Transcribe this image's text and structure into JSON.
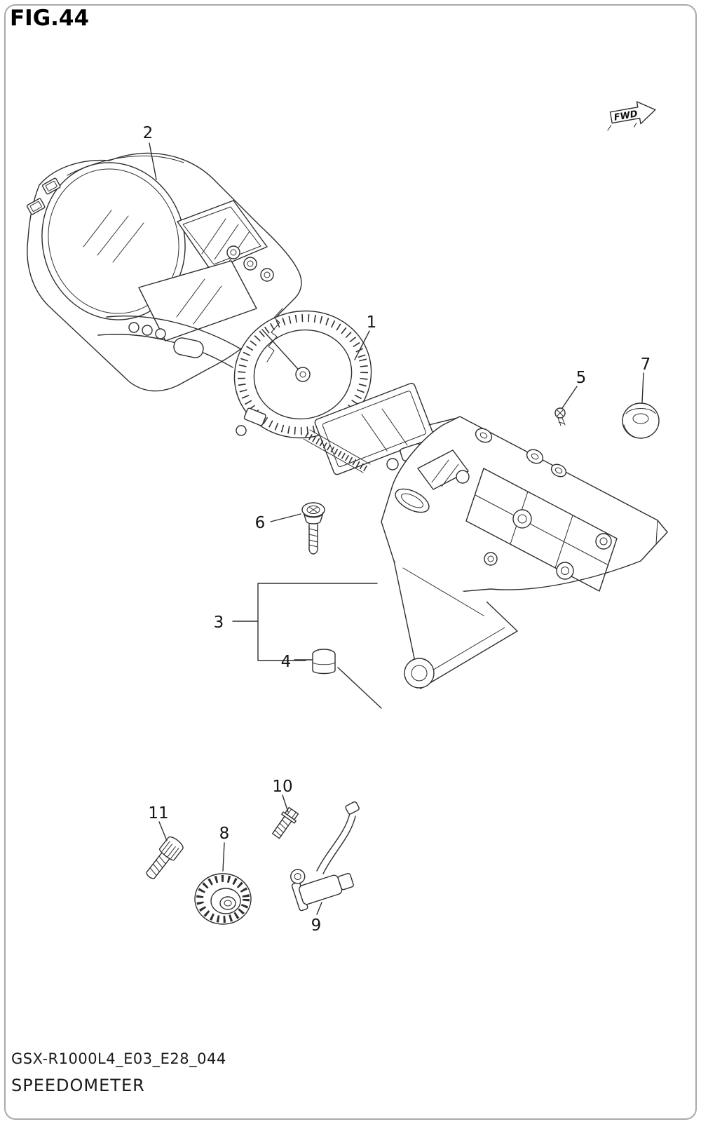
{
  "figure": {
    "title": "FIG.44",
    "fwd_label": "FWD",
    "footer_code": "GSX-R1000L4_E03_E28_044",
    "footer_title": "SPEEDOMETER"
  },
  "parts": [
    "1",
    "2",
    "3",
    "4",
    "5",
    "6",
    "7",
    "8",
    "9",
    "10",
    "11"
  ]
}
